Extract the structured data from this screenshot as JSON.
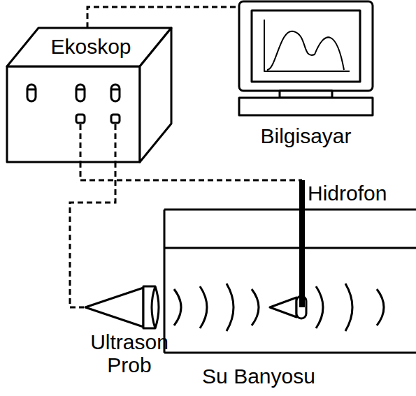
{
  "diagram": {
    "nodes": [
      {
        "text": [
          "Ekoskop"
        ]
      },
      {
        "text": [
          "Bilgisayar"
        ]
      },
      {
        "text": [
          "Su Banyosu"
        ]
      },
      {
        "text": [
          "Hidrofon"
        ],
        "in": 2
      },
      {
        "text": [
          "Ultrason Prob"
        ]
      }
    ],
    "edges": [
      {
        "from": 0,
        "to": 1,
        "arrow": "none"
      },
      {
        "from": 0,
        "to": 3,
        "arrow": "none"
      },
      {
        "from": 0,
        "to": 4,
        "arrow": "none"
      }
    ]
  }
}
